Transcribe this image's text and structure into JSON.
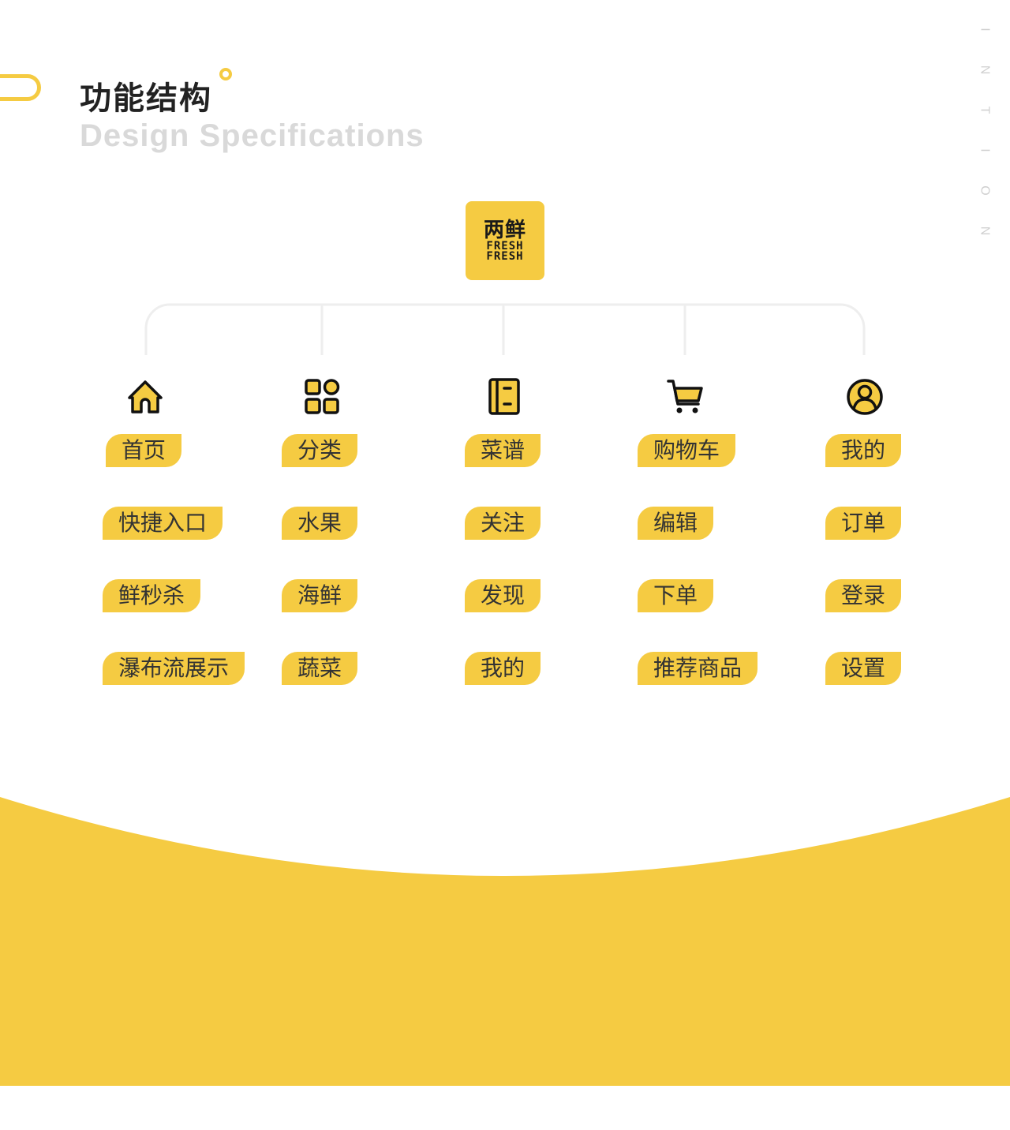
{
  "header": {
    "title": "功能结构",
    "subtitle": "Design Specifications",
    "side_word": [
      "I",
      "N",
      "T",
      "I",
      "O",
      "N"
    ]
  },
  "logo": {
    "cn": "两鲜",
    "en_line1": "FRESH",
    "en_line2": "FRESH"
  },
  "colors": {
    "accent": "#f5cb42",
    "text_dark": "#333333",
    "line": "#eeeeee"
  },
  "columns": [
    {
      "icon": "home-icon",
      "label": "首页",
      "items": [
        "快捷入口",
        "鲜秒杀",
        "瀑布流展示"
      ]
    },
    {
      "icon": "grid-icon",
      "label": "分类",
      "items": [
        "水果",
        "海鲜",
        "蔬菜"
      ]
    },
    {
      "icon": "book-icon",
      "label": "菜谱",
      "items": [
        "关注",
        "发现",
        "我的"
      ]
    },
    {
      "icon": "cart-icon",
      "label": "购物车",
      "items": [
        "编辑",
        "下单",
        "推荐商品"
      ]
    },
    {
      "icon": "user-icon",
      "label": "我的",
      "items": [
        "订单",
        "登录",
        "设置"
      ]
    }
  ]
}
